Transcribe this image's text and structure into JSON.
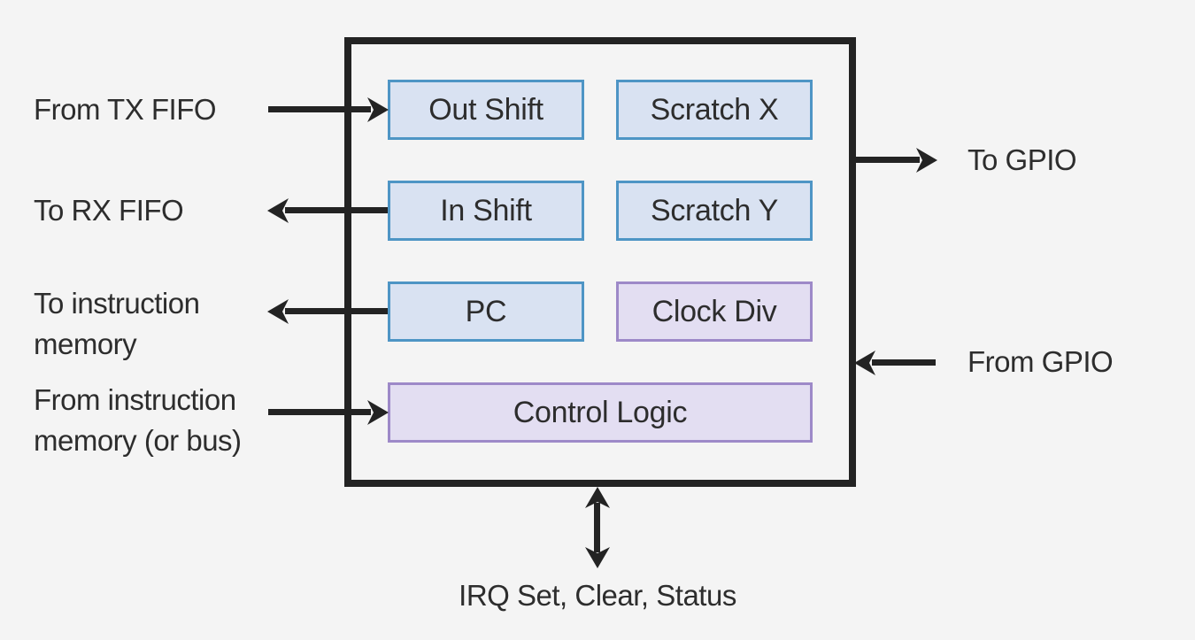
{
  "colors": {
    "page_bg": "#f4f4f4",
    "line": "#232323",
    "text": "#2d2d2d",
    "blue_fill": "#d9e2f2",
    "blue_border": "#4e95c5",
    "purple_fill": "#e3def2",
    "purple_border": "#9d89c8"
  },
  "diagram": {
    "blocks": {
      "out_shift": "Out Shift",
      "scratch_x": "Scratch X",
      "in_shift": "In Shift",
      "scratch_y": "Scratch Y",
      "pc": "PC",
      "clock_div": "Clock Div",
      "control_logic": "Control Logic"
    },
    "labels": {
      "from_tx_fifo": "From TX FIFO",
      "to_rx_fifo": "To RX FIFO",
      "to_instruction_line1": "To instruction",
      "to_instruction_line2": "memory",
      "from_instruction_line1": "From instruction",
      "from_instruction_line2": "memory (or bus)",
      "to_gpio": "To GPIO",
      "from_gpio": "From GPIO",
      "irq": "IRQ Set, Clear, Status"
    }
  }
}
